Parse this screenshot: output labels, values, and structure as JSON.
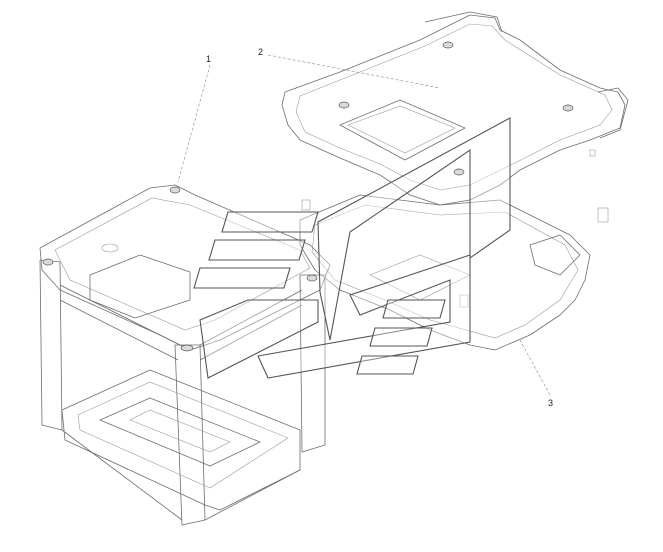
{
  "callouts": [
    {
      "id": "1",
      "label": "1"
    },
    {
      "id": "2",
      "label": "2"
    },
    {
      "id": "3",
      "label": "3"
    }
  ],
  "colors": {
    "line": "#6e6e6e",
    "background": "#ffffff",
    "watermark_stroke": "#555555"
  }
}
